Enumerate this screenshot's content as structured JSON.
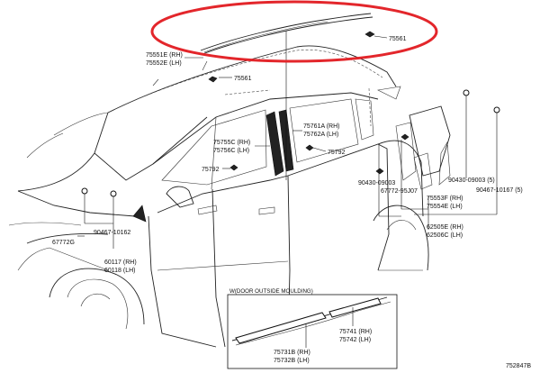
{
  "diagram": {
    "highlight_color": "#e3262b",
    "labels": {
      "p75561": "75561",
      "p75551": "75551E (RH)",
      "p75552": "75552E (LH)",
      "p75561b": "75561",
      "p75761": "75761A (RH)",
      "p75762": "75762A (LH)",
      "p75755": "75755C (RH)",
      "p75756": "75756C (LH)",
      "p75792a": "75792",
      "p75792b": "75792",
      "p90467a": "90467-10162",
      "p67772g": "67772G",
      "p60117": "60117 (RH)",
      "p60118": "60118 (LH)",
      "p90430a": "90430-09003",
      "p67772b": "67772-95J07",
      "p75553": "75553F (RH)",
      "p75554": "75554E (LH)",
      "p62505": "62505E (RH)",
      "p62506": "62506C (LH)",
      "p90430b": "90430-09003 (5)",
      "p90467b": "90467-10167 (5)",
      "inset_title": "W(DOOR OUTSIDE MOULDING)",
      "p75741": "75741 (RH)",
      "p75742": "75742 (LH)",
      "p75731": "75731B (RH)",
      "p75732": "75732B (LH)",
      "diagram_code": "752847B"
    }
  }
}
